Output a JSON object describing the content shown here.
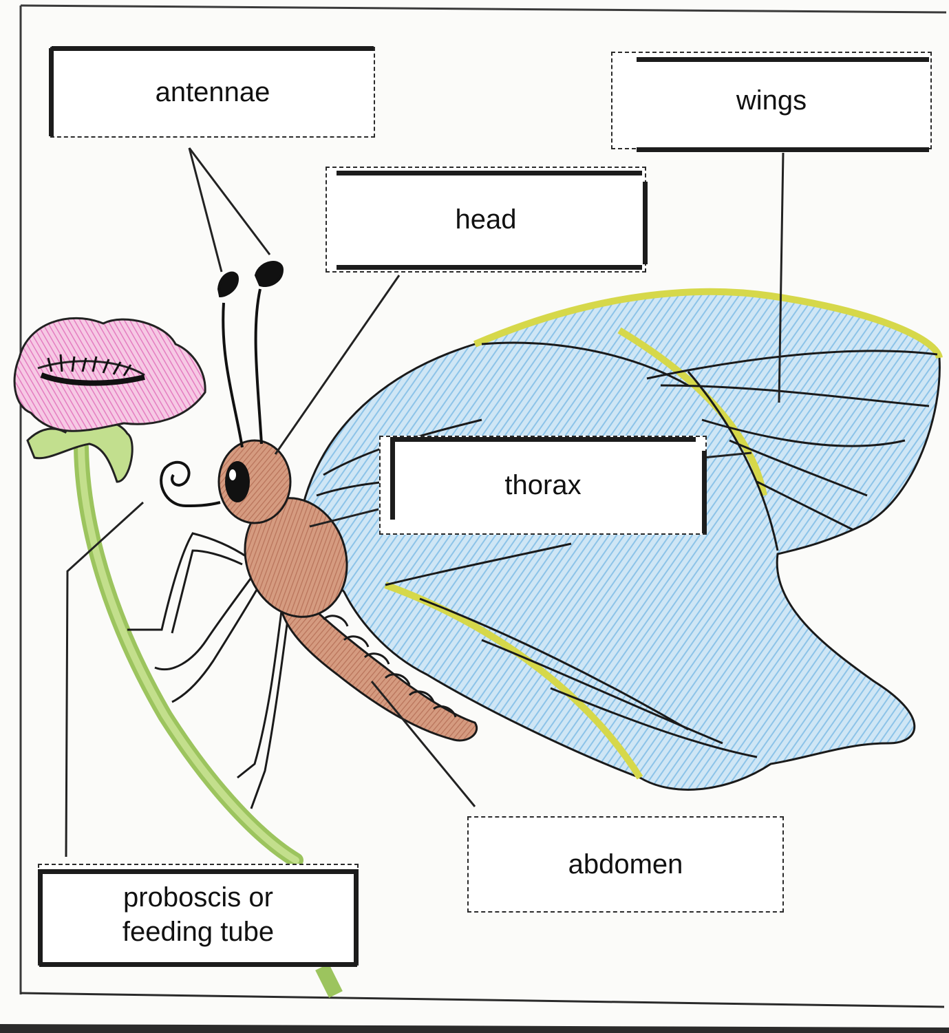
{
  "diagram": {
    "subject": "butterfly-on-flower",
    "labels": {
      "antennae": "antennae",
      "wings": "wings",
      "head": "head",
      "thorax": "thorax",
      "abdomen": "abdomen",
      "proboscis_line1": "proboscis or",
      "proboscis_line2": "feeding tube"
    },
    "colors": {
      "wing_blue": "#a9d3ee",
      "wing_yellow": "#d6d84a",
      "body_brown": "#c88a6c",
      "flower_pink": "#e98fc6",
      "stem_green": "#a8cf6a",
      "ink": "#1a1a1a"
    }
  }
}
